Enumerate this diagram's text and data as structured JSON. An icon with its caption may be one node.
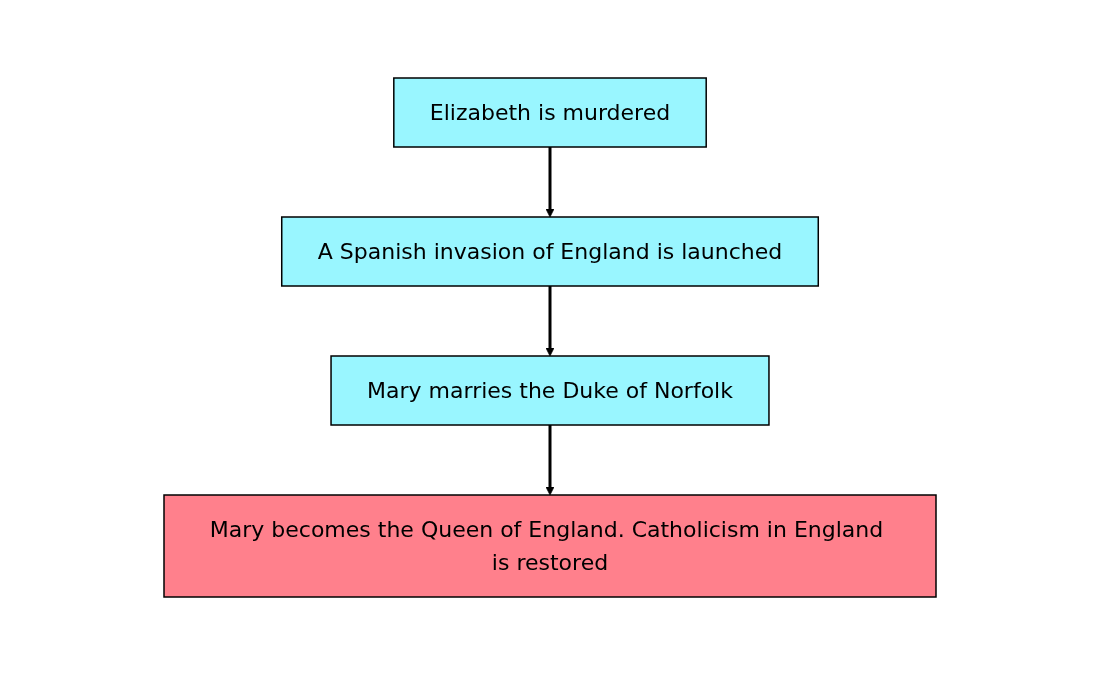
{
  "diagram": {
    "nodes": [
      {
        "text": [
          "Elizabeth is murdered"
        ]
      },
      {
        "text": [
          "A Spanish invasion of England is launched"
        ]
      },
      {
        "text": [
          "Mary marries the Duke of Norfolk"
        ]
      },
      {
        "text": [
          "Mary becomes the Queen of England. Catholicism in England is restored"
        ]
      }
    ],
    "edges": [
      {
        "from": 0,
        "to": 1,
        "arrow": "to"
      },
      {
        "from": 1,
        "to": 2,
        "arrow": "to"
      },
      {
        "from": 2,
        "to": 3,
        "arrow": "to"
      }
    ]
  }
}
